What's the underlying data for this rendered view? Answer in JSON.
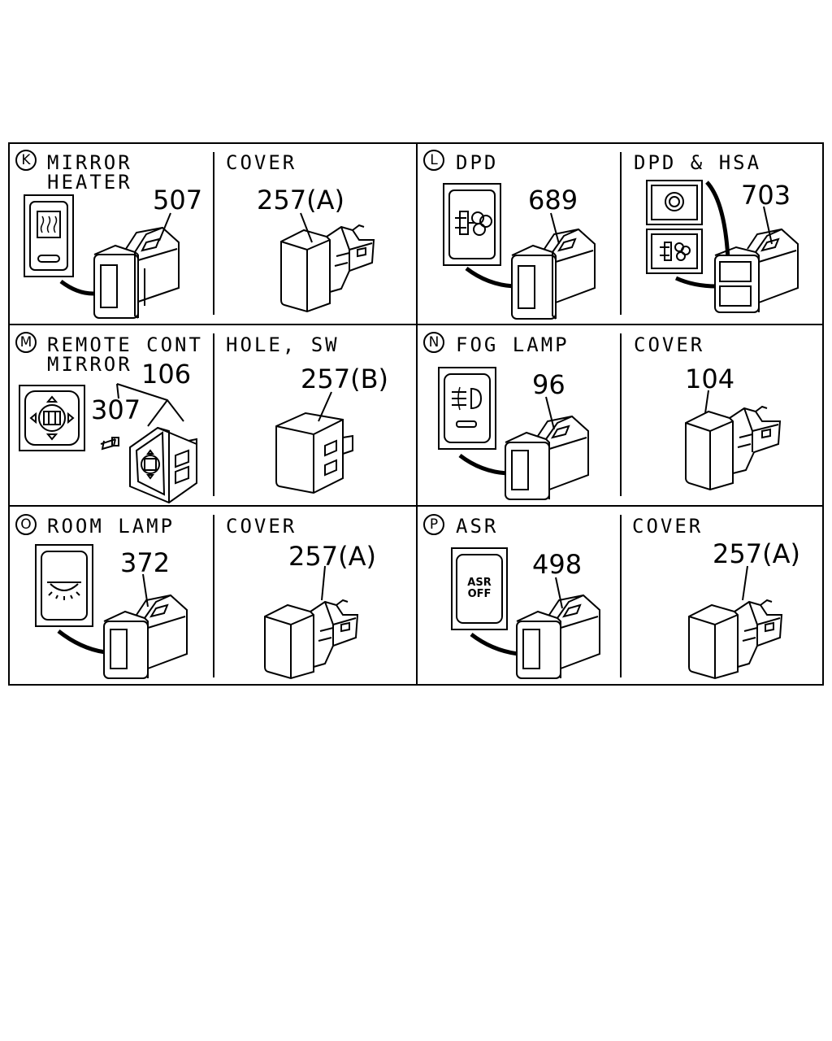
{
  "panels": [
    {
      "id": "K",
      "title_lines": [
        "MIRROR",
        "HEATER"
      ],
      "part_number": "507",
      "right_title": "COVER",
      "right_part_number": "257(A)"
    },
    {
      "id": "L",
      "title_lines": [
        "DPD"
      ],
      "part_number": "689",
      "right_title": "DPD & HSA",
      "right_part_number": "703"
    },
    {
      "id": "M",
      "title_lines": [
        "REMOTE CONT",
        "MIRROR"
      ],
      "part_number": "106",
      "extra_part_number": "307",
      "right_title": "HOLE, SW",
      "right_part_number": "257(B)"
    },
    {
      "id": "N",
      "title_lines": [
        "FOG LAMP"
      ],
      "part_number": "96",
      "right_title": "COVER",
      "right_part_number": "104"
    },
    {
      "id": "O",
      "title_lines": [
        "ROOM LAMP"
      ],
      "part_number": "372",
      "right_title": "COVER",
      "right_part_number": "257(A)"
    },
    {
      "id": "P",
      "title_lines": [
        "ASR"
      ],
      "part_number": "498",
      "right_title": "COVER",
      "right_part_number": "257(A)"
    }
  ],
  "symbols": {
    "asr_label": [
      "ASR",
      "OFF"
    ]
  }
}
